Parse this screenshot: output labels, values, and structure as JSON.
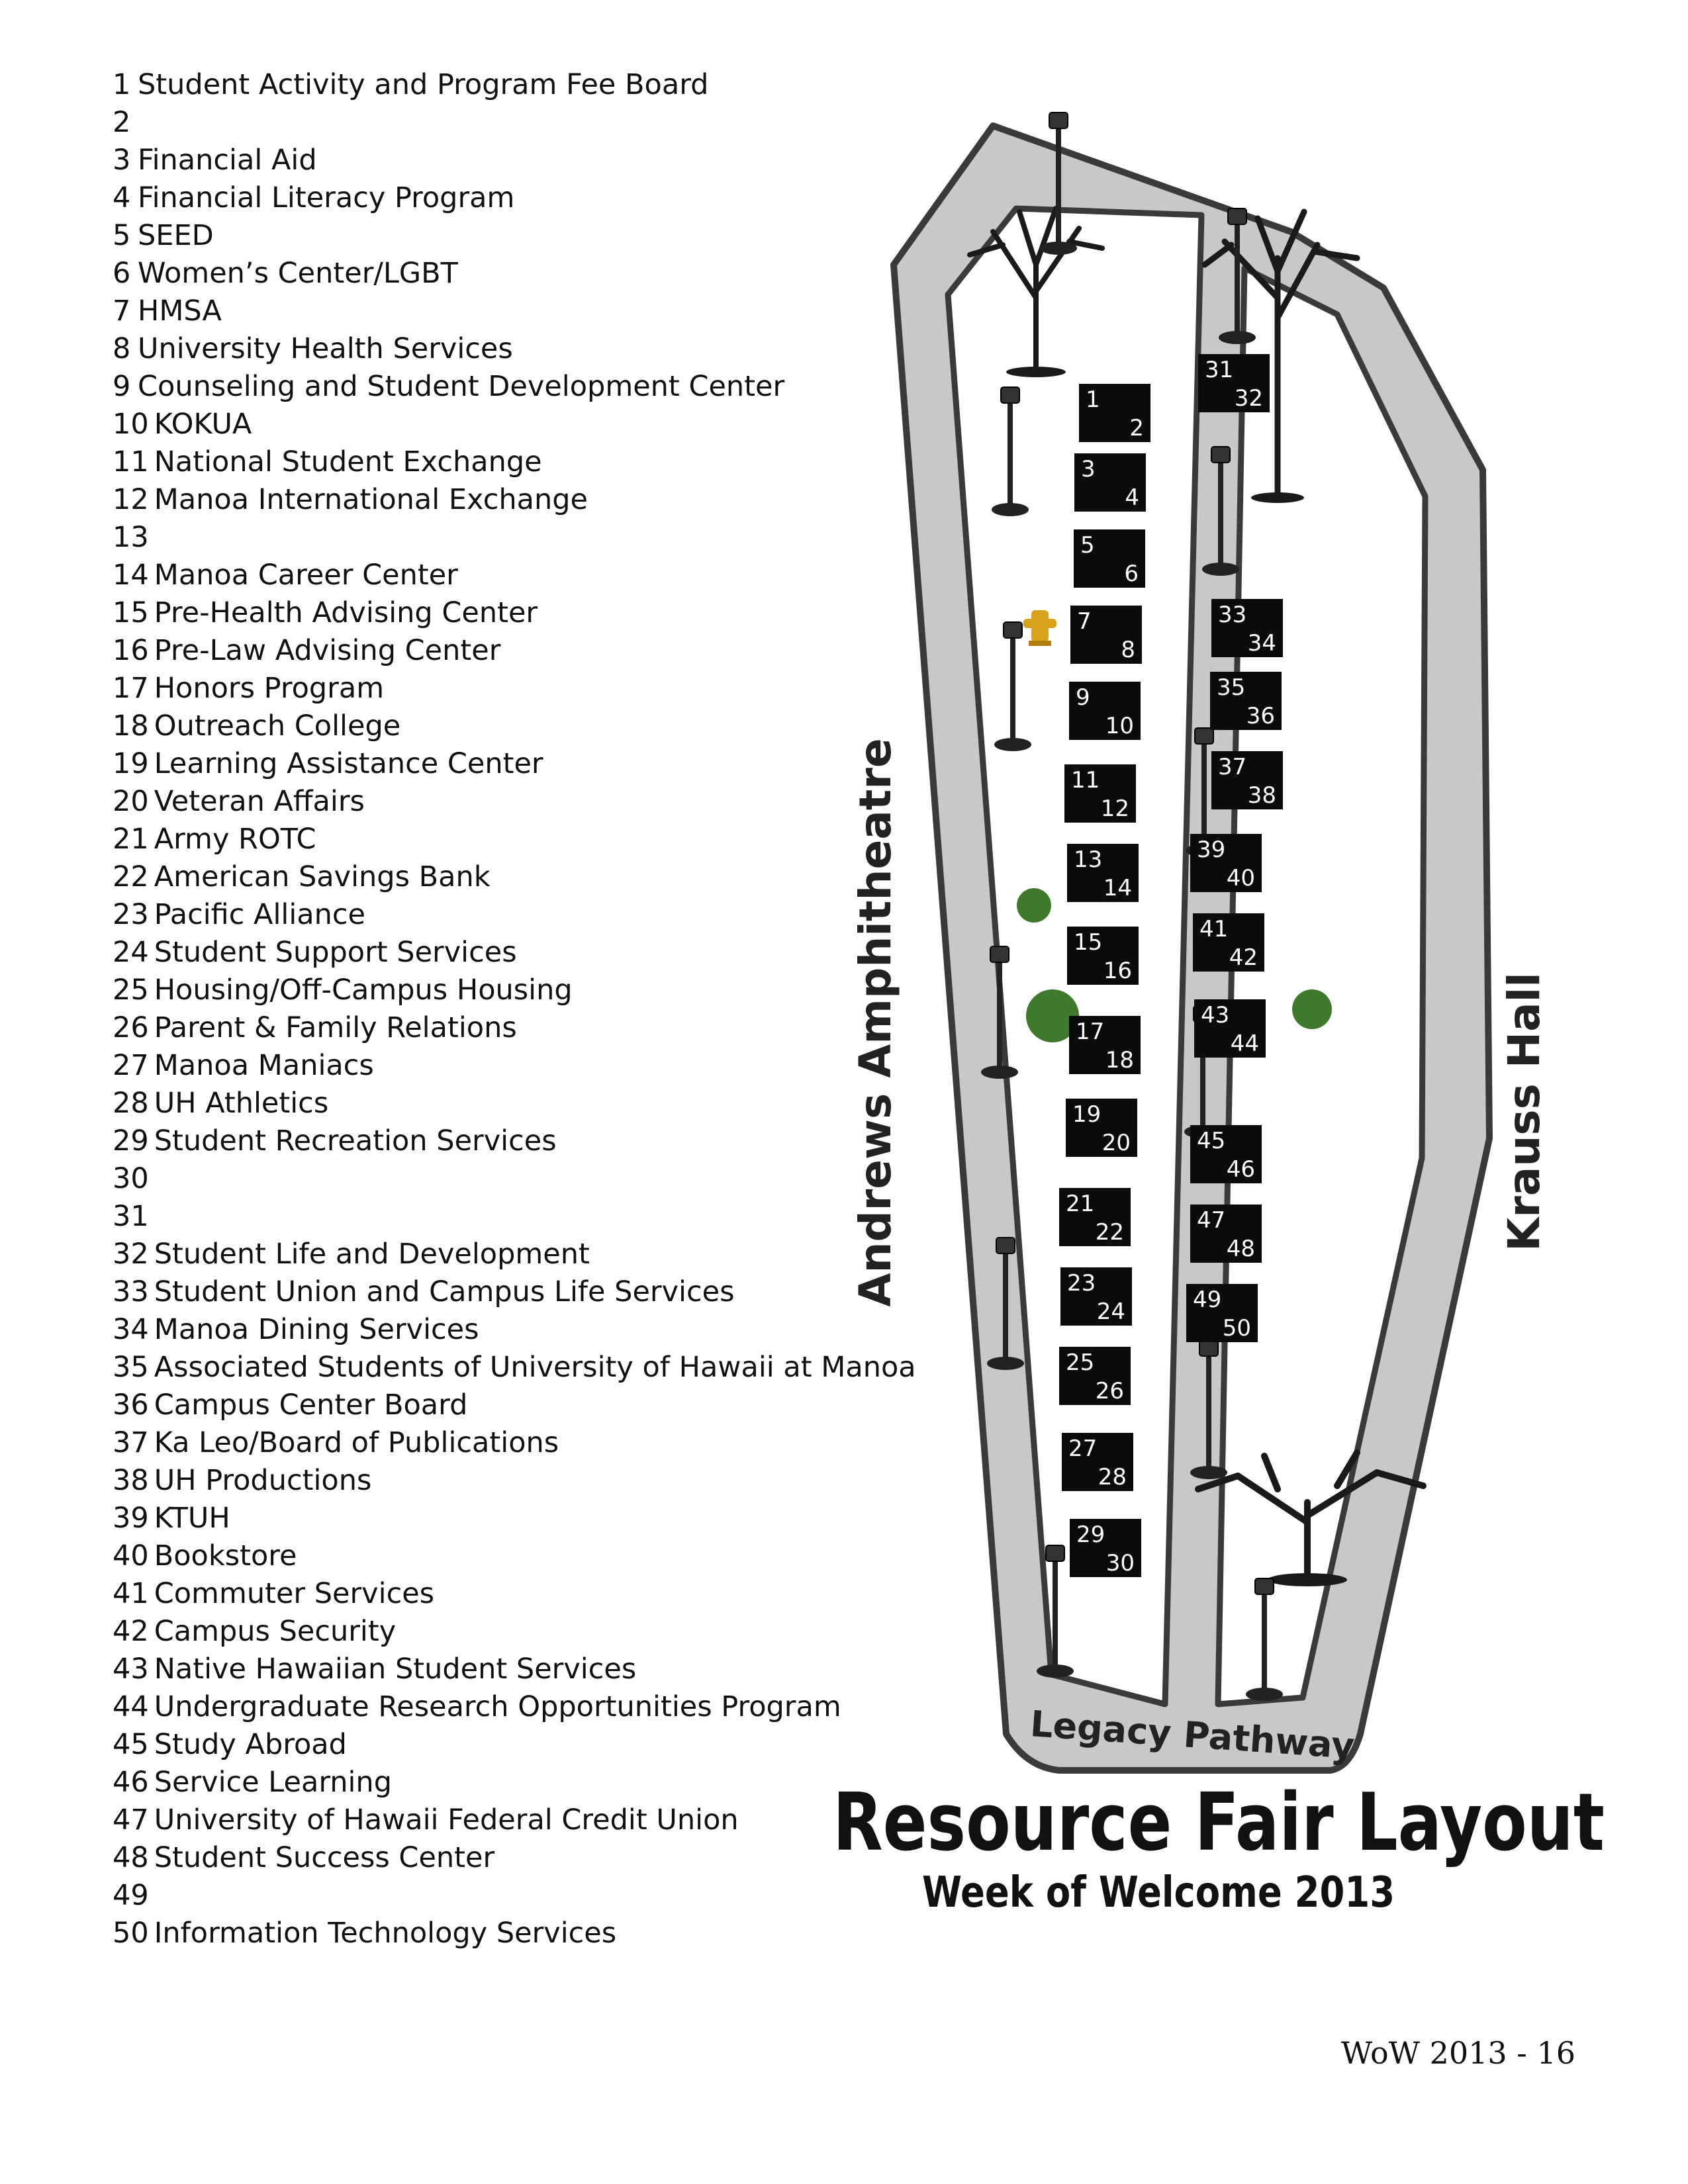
{
  "booth_list": [
    {
      "num": "1",
      "name": "Student Activity and Program Fee Board"
    },
    {
      "num": "2",
      "name": ""
    },
    {
      "num": "3",
      "name": "Financial Aid"
    },
    {
      "num": "4",
      "name": "Financial Literacy Program"
    },
    {
      "num": "5",
      "name": "SEED"
    },
    {
      "num": "6",
      "name": "Women’s Center/LGBT"
    },
    {
      "num": "7",
      "name": "HMSA"
    },
    {
      "num": "8",
      "name": "University Health Services"
    },
    {
      "num": "9",
      "name": "Counseling and Student Development Center"
    },
    {
      "num": "10",
      "name": "KOKUA"
    },
    {
      "num": "11",
      "name": "National Student Exchange"
    },
    {
      "num": "12",
      "name": "Manoa International Exchange"
    },
    {
      "num": "13",
      "name": ""
    },
    {
      "num": "14",
      "name": "Manoa Career Center"
    },
    {
      "num": "15",
      "name": "Pre-Health Advising Center"
    },
    {
      "num": "16",
      "name": "Pre-Law Advising Center"
    },
    {
      "num": "17",
      "name": "Honors Program"
    },
    {
      "num": "18",
      "name": "Outreach College"
    },
    {
      "num": "19",
      "name": "Learning Assistance Center"
    },
    {
      "num": "20",
      "name": "Veteran Affairs"
    },
    {
      "num": "21",
      "name": "Army ROTC"
    },
    {
      "num": "22",
      "name": "American Savings Bank"
    },
    {
      "num": "23",
      "name": "Pacific Alliance"
    },
    {
      "num": "24",
      "name": "Student Support Services"
    },
    {
      "num": "25",
      "name": "Housing/Off-Campus Housing"
    },
    {
      "num": "26",
      "name": "Parent & Family Relations"
    },
    {
      "num": "27",
      "name": "Manoa Maniacs"
    },
    {
      "num": "28",
      "name": "UH Athletics"
    },
    {
      "num": "29",
      "name": "Student Recreation Services"
    },
    {
      "num": "30",
      "name": ""
    },
    {
      "num": "31",
      "name": ""
    },
    {
      "num": "32",
      "name": "Student Life and Development"
    },
    {
      "num": "33",
      "name": "Student Union and Campus Life Services"
    },
    {
      "num": "34",
      "name": "Manoa Dining Services"
    },
    {
      "num": "35",
      "name": "Associated Students of University of Hawaii at Manoa"
    },
    {
      "num": "36",
      "name": "Campus Center Board"
    },
    {
      "num": "37",
      "name": "Ka Leo/Board of Publications"
    },
    {
      "num": "38",
      "name": "UH Productions"
    },
    {
      "num": "39",
      "name": "KTUH"
    },
    {
      "num": "40",
      "name": "Bookstore"
    },
    {
      "num": "41",
      "name": "Commuter Services"
    },
    {
      "num": "42",
      "name": "Campus Security"
    },
    {
      "num": "43",
      "name": "Native Hawaiian Student Services"
    },
    {
      "num": "44",
      "name": "Undergraduate Research Opportunities Program"
    },
    {
      "num": "45",
      "name": "Study Abroad"
    },
    {
      "num": "46",
      "name": "Service Learning"
    },
    {
      "num": "47",
      "name": "University of Hawaii Federal Credit Union"
    },
    {
      "num": "48",
      "name": "Student Success Center"
    },
    {
      "num": "49",
      "name": ""
    },
    {
      "num": "50",
      "name": "Information Technology Services"
    }
  ],
  "map": {
    "labels": {
      "west": "Andrews Amphitheatre",
      "east": "Krauss Hall",
      "south": "Legacy Pathway"
    },
    "booths": [
      [
        "1",
        "2"
      ],
      [
        "3",
        "4"
      ],
      [
        "5",
        "6"
      ],
      [
        "7",
        "8"
      ],
      [
        "9",
        "10"
      ],
      [
        "11",
        "12"
      ],
      [
        "13",
        "14"
      ],
      [
        "15",
        "16"
      ],
      [
        "17",
        "18"
      ],
      [
        "19",
        "20"
      ],
      [
        "21",
        "22"
      ],
      [
        "23",
        "24"
      ],
      [
        "25",
        "26"
      ],
      [
        "27",
        "28"
      ],
      [
        "29",
        "30"
      ],
      [
        "31",
        "32"
      ],
      [
        "33",
        "34"
      ],
      [
        "35",
        "36"
      ],
      [
        "37",
        "38"
      ],
      [
        "39",
        "40"
      ],
      [
        "41",
        "42"
      ],
      [
        "43",
        "44"
      ],
      [
        "45",
        "46"
      ],
      [
        "47",
        "48"
      ],
      [
        "49",
        "50"
      ]
    ],
    "icons": [
      "lamp-post-icon",
      "tree-icon",
      "shrub-icon",
      "fire-hydrant-icon"
    ],
    "colors": {
      "path_fill": "#c8c8c8",
      "path_stroke": "#3a3a3a",
      "booth": "#0b0b0b",
      "shrub": "#3f7a2c",
      "hydrant": "#d9a21b"
    }
  },
  "title": "Resource Fair Layout",
  "subtitle": "Week of Welcome 2013",
  "footer": "WoW 2013 - 16"
}
